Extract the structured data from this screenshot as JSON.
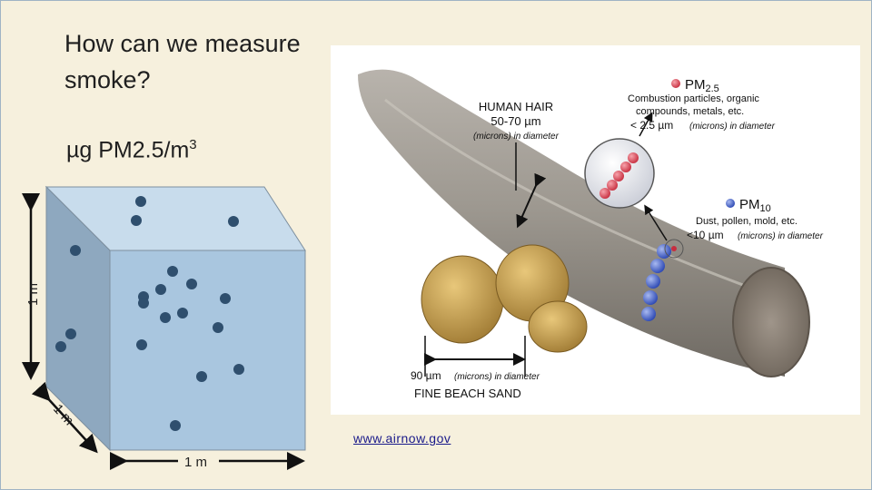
{
  "slide": {
    "title": "How can we measure smoke?",
    "units_main": "µg PM2.5/m",
    "units_exp": "3",
    "source_link": "www.airnow.gov"
  },
  "cube": {
    "height_label": "1 m",
    "depth_label": "1 m",
    "width_label": "1 m"
  },
  "figure": {
    "hair_title": "HUMAN HAIR",
    "hair_size": "50-70 µm",
    "hair_note": "(microns) in diameter",
    "pm25_label": "PM",
    "pm25_sub": "2.5",
    "pm25_desc1": "Combustion particles, organic",
    "pm25_desc2": "compounds, metals, etc.",
    "pm25_size": "< 2.5 µm",
    "pm25_note": "(microns) in diameter",
    "pm10_label": "PM",
    "pm10_sub": "10",
    "pm10_desc": "Dust, pollen, mold, etc.",
    "pm10_size": "<10 µm",
    "pm10_note": "(microns) in diameter",
    "sand_size": "90 µm",
    "sand_note": "(microns) in diameter",
    "sand_title": "FINE BEACH SAND"
  },
  "colors": {
    "cube_front": "#a9c6df",
    "cube_top": "#c8dcec",
    "cube_side": "#8ea8bf",
    "particle": "#2f4f6e",
    "pm25": "#d94a5a",
    "pm10": "#3a5fc8"
  }
}
